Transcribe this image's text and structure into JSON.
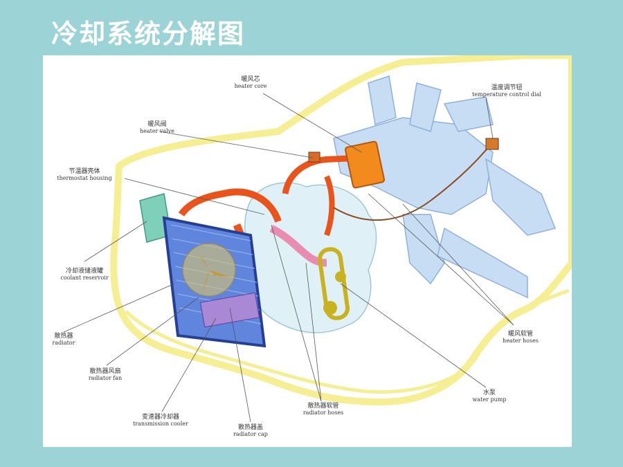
{
  "title": "冷却系统分解图",
  "labels": {
    "heater_core": {
      "zh": "暖风芯",
      "en": "heater core"
    },
    "temperature_control_dial": {
      "zh": "温度调节钮",
      "en": "temperature control dial"
    },
    "heater_valve": {
      "zh": "暖风阀",
      "en": "heater valve"
    },
    "thermostat_housing": {
      "zh": "节温器壳体",
      "en": "thermostat housing"
    },
    "coolant_reservoir": {
      "zh": "冷却液储液罐",
      "en": "coolant reservoir"
    },
    "radiator": {
      "zh": "散热器",
      "en": "radiator"
    },
    "radiator_fan": {
      "zh": "散热器风扇",
      "en": "radiator fan"
    },
    "transmission_cooler": {
      "zh": "变速器冷却器",
      "en": "transmission cooler"
    },
    "radiator_cap": {
      "zh": "散热器盖",
      "en": "radiator cap"
    },
    "radiator_hoses": {
      "zh": "散热器软管",
      "en": "radiator hoses"
    },
    "water_pump": {
      "zh": "水泵",
      "en": "water pump"
    },
    "heater_hoses": {
      "zh": "暖风软管",
      "en": "heater hoses"
    }
  },
  "colors": {
    "background": "#9bd3d6",
    "car_outline": "#f6ee92",
    "engine_block": "#dff1f6",
    "hose_hot": "#e9541c",
    "hose_cool": "#f0b24a",
    "radiator": "#3a5fc4",
    "hose_pink": "#e88db0"
  }
}
